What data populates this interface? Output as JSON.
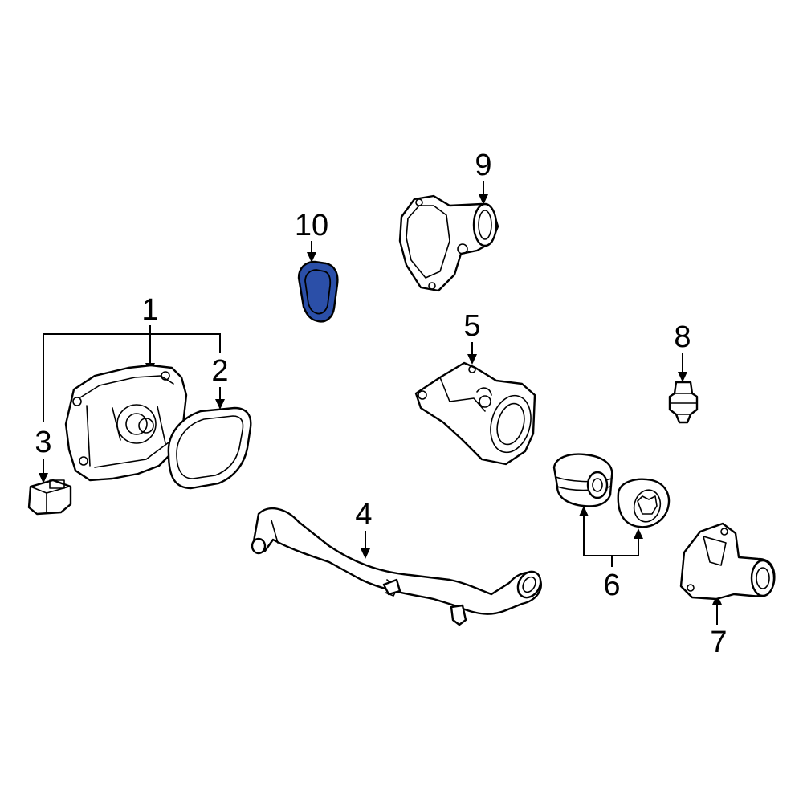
{
  "callouts": [
    {
      "id": "1",
      "label": "1"
    },
    {
      "id": "2",
      "label": "2"
    },
    {
      "id": "3",
      "label": "3"
    },
    {
      "id": "4",
      "label": "4"
    },
    {
      "id": "5",
      "label": "5"
    },
    {
      "id": "6",
      "label": "6"
    },
    {
      "id": "7",
      "label": "7"
    },
    {
      "id": "8",
      "label": "8"
    },
    {
      "id": "9",
      "label": "9"
    },
    {
      "id": "10",
      "label": "10"
    }
  ],
  "colors": {
    "highlight_fill": "#2B4FA8",
    "line": "#000000",
    "background": "#ffffff"
  },
  "highlighted_part": "10"
}
